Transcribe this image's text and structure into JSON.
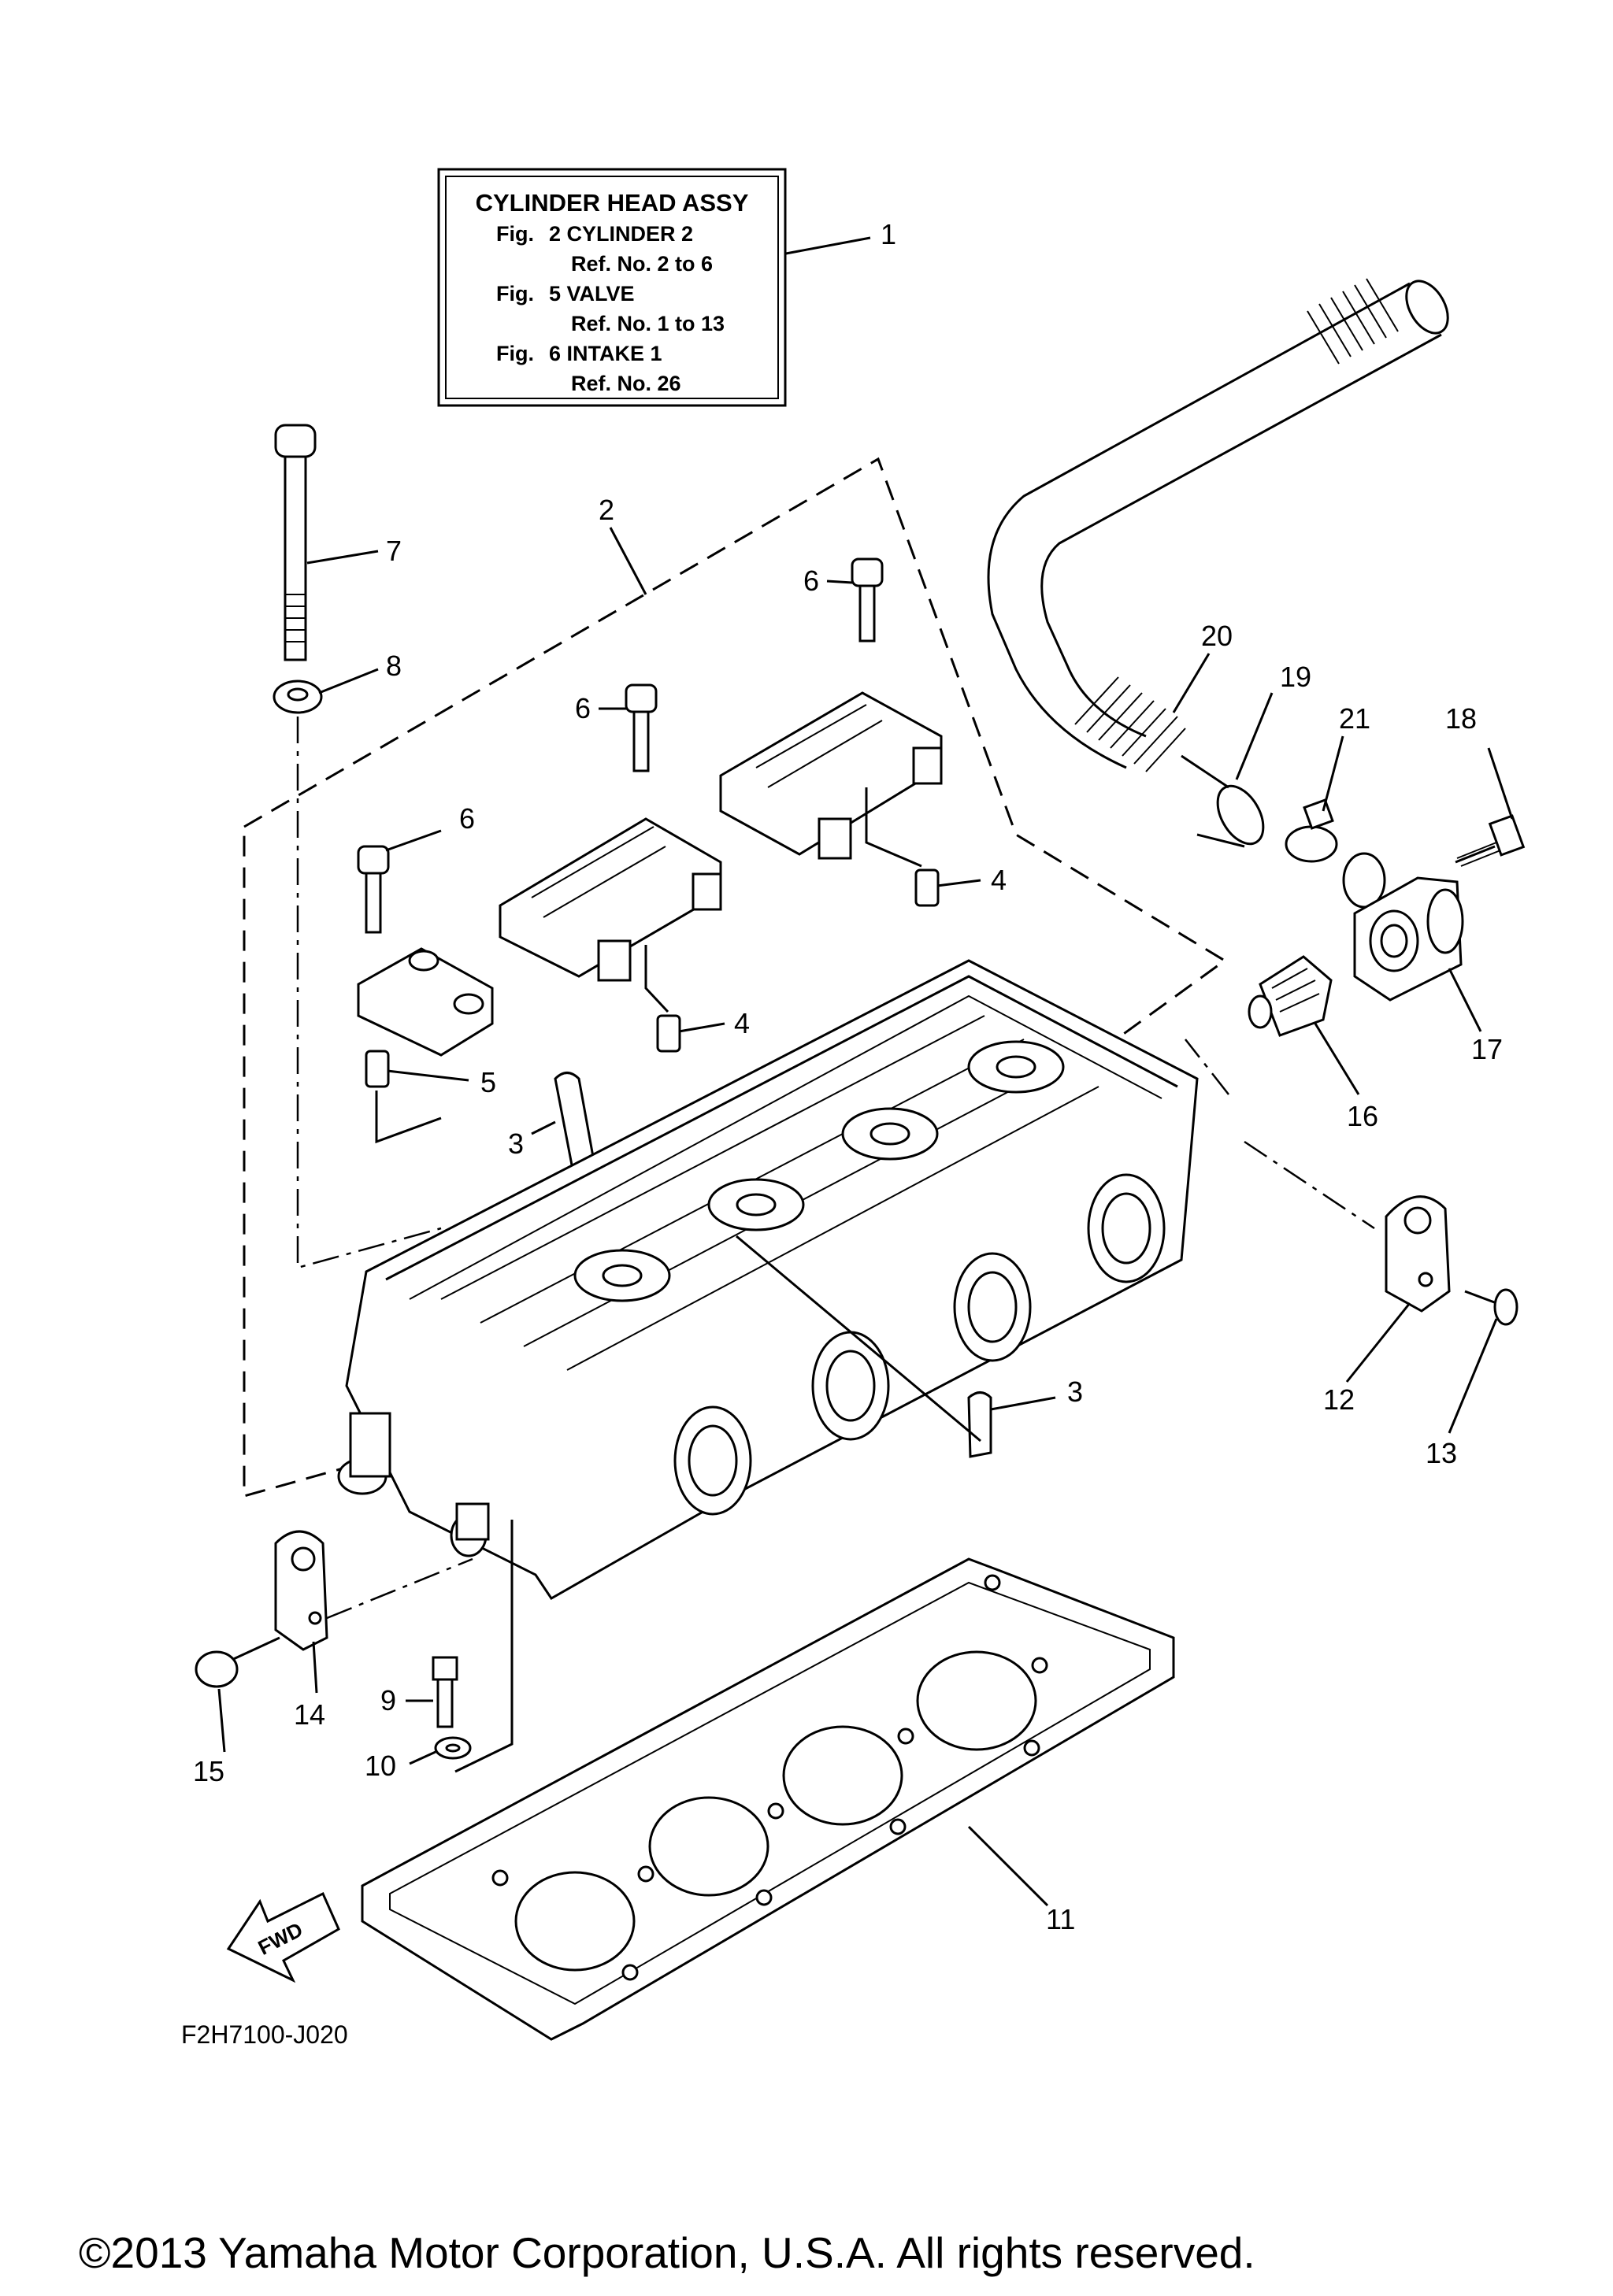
{
  "assembly_box": {
    "title": "CYLINDER HEAD ASSY",
    "lines": [
      {
        "fig": "Fig.",
        "text": "2 CYLINDER 2"
      },
      {
        "fig": "",
        "text": "Ref. No. 2 to 6"
      },
      {
        "fig": "Fig.",
        "text": "5 VALVE"
      },
      {
        "fig": "",
        "text": "Ref. No. 1 to 13"
      },
      {
        "fig": "Fig.",
        "text": "6 INTAKE 1"
      },
      {
        "fig": "",
        "text": "Ref. No. 26"
      }
    ]
  },
  "callouts": {
    "c1": "1",
    "c2": "2",
    "c3a": "3",
    "c3b": "3",
    "c4a": "4",
    "c4b": "4",
    "c5": "5",
    "c6a": "6",
    "c6b": "6",
    "c6c": "6",
    "c7": "7",
    "c8": "8",
    "c9": "9",
    "c10": "10",
    "c11": "11",
    "c12": "12",
    "c13": "13",
    "c14": "14",
    "c15": "15",
    "c16": "16",
    "c17": "17",
    "c18": "18",
    "c19": "19",
    "c20": "20",
    "c21": "21"
  },
  "fwd_label": "FWD",
  "diagram_code": "F2H7100-J020",
  "copyright": "©2013 Yamaha Motor Corporation, U.S.A. All rights reserved."
}
